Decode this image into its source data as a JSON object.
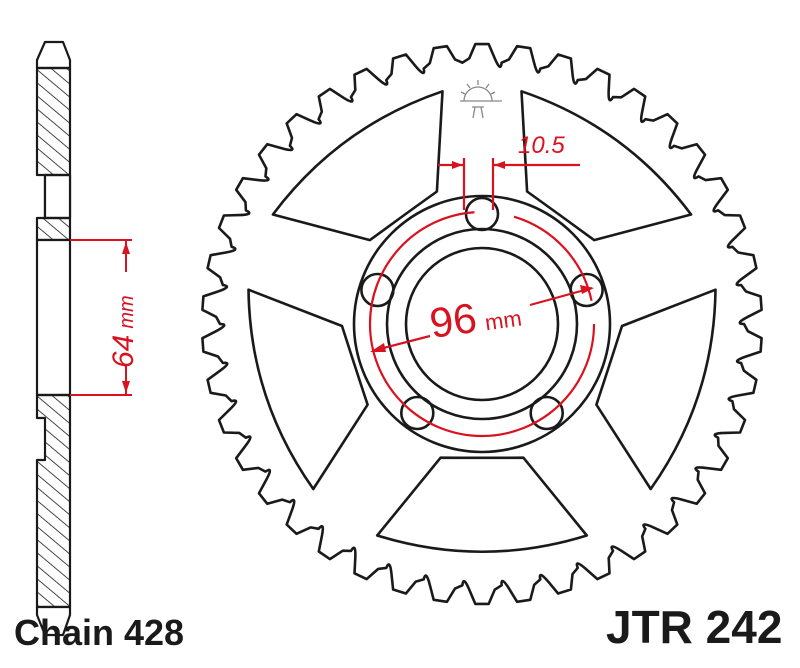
{
  "drawing": {
    "type": "rear sprocket technical drawing",
    "part_number": "JTR 242",
    "chain_label": "Chain 428",
    "dimensions": {
      "pcd_value": "96",
      "pcd_unit": "mm",
      "bolt_hole_value": "10.5",
      "center_bore_value": "64",
      "center_bore_unit": "mm",
      "center_bore_text": "64 mm"
    },
    "sprocket": {
      "teeth": 42,
      "bolt_holes": 5,
      "lightening_holes": 5
    },
    "colors": {
      "line": "#1a1a1a",
      "dimension": "#d9121f",
      "hatch": "#1a1a1a",
      "background": "#ffffff",
      "logo": "#888888"
    },
    "icons": {
      "manufacturer_logo": "sun-over-horizon-logo"
    }
  }
}
